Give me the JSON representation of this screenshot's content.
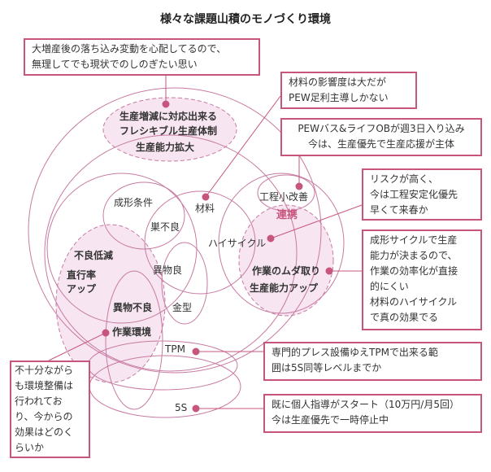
{
  "title": "様々な課題山積のモノづくり環境",
  "colors": {
    "accent": "#c8557e",
    "fill": "#f7e6f1",
    "line": "#c87aa2"
  },
  "labels": {
    "flex": "生産増減に対応出来る\nフレシキブル生産体制",
    "capacity": "生産能力拡大",
    "molding": "成形条件",
    "material": "材料",
    "nest_defect": "巣不良",
    "foreign_good": "異物良",
    "mold": "金型",
    "defect_reduction": "不良低減",
    "yield": "直行率\nアップ",
    "foreign_defect": "異物不良",
    "work_env": "作業環境",
    "high_cycle": "ハイサイクル",
    "kaizen": "工程小改善",
    "cooperation": "連携",
    "muda": "作業のムダ取り",
    "productivity": "生産能力アップ",
    "tpm": "TPM",
    "five_s": "5S"
  },
  "callouts": {
    "worry": "大増産後の落ち込み変動を心配してるので、\n無理してでも現状でのしのぎたい思い",
    "material": "材料の影響度は大だが\nPEW足利主導しかない",
    "pew_bus": "PEWバス&ライフOBが週3日入り込み\n今は、生産優先で生産応援が主体",
    "risk": "リスクが高く、\n今は工程安定化優先\n早くて来春か",
    "cycle": "成形サイクルで生産\n能力が決まるので、\n作業の効率化が直接\n的にくい\n材料のハイサイクル\nで真の効果でる",
    "tpm": "専門的プレス設備ゆえTPMで出来る範\n囲は5S同等レベルまでか",
    "five_s": "既に個人指導がスタート（10万円/月5回）\n今は生産優先で一時停止中",
    "env": "不十分ながら\nも環境整備は\n行われてお\nり、今からの\n効果はどのく\nらいか"
  }
}
